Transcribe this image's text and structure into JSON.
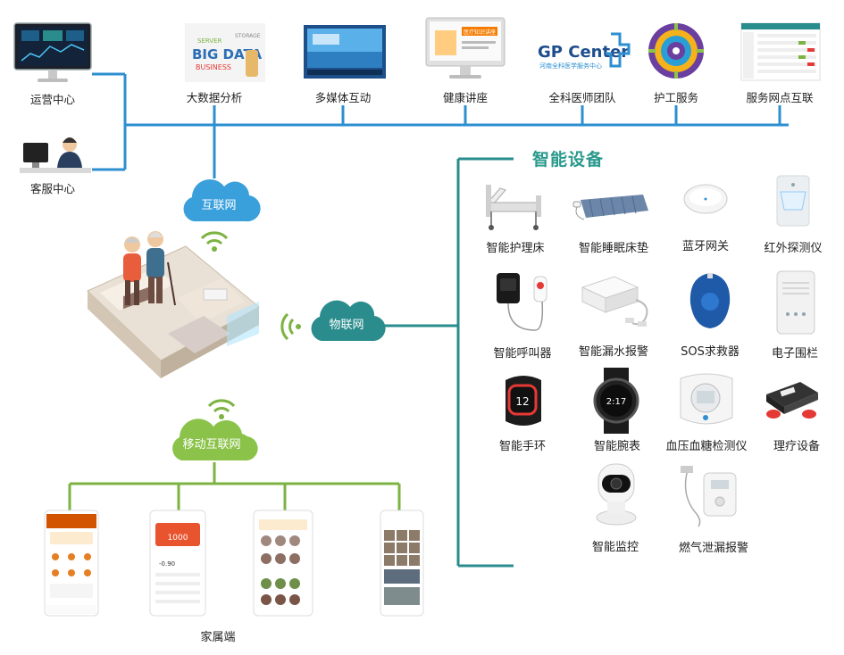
{
  "top_nodes": [
    {
      "label": "运营中心"
    },
    {
      "label": "客服中心"
    },
    {
      "label": "大数据分析",
      "icon_text": "BIG DATA"
    },
    {
      "label": "多媒体互动"
    },
    {
      "label": "健康讲座",
      "icon_text": "医疗知识讲座"
    },
    {
      "label": "全科医师团队",
      "logo_main": "GP Center",
      "logo_sub": "河南全科医学服务中心"
    },
    {
      "label": "护工服务"
    },
    {
      "label": "服务网点互联"
    }
  ],
  "clouds": {
    "internet": "互联网",
    "iot": "物联网",
    "mobile": "移动互联网"
  },
  "devices_title": "智能设备",
  "devices": [
    {
      "label": "智能护理床"
    },
    {
      "label": "智能睡眠床垫"
    },
    {
      "label": "蓝牙网关"
    },
    {
      "label": "红外探测仪"
    },
    {
      "label": "智能呼叫器"
    },
    {
      "label": "智能漏水报警"
    },
    {
      "label": "SOS求救器"
    },
    {
      "label": "电子围栏"
    },
    {
      "label": "智能手环",
      "screen_text": "12"
    },
    {
      "label": "智能腕表",
      "screen_text": "2:17"
    },
    {
      "label": "血压血糖检测仪"
    },
    {
      "label": "理疗设备"
    },
    {
      "label": "智能监控"
    },
    {
      "label": "燃气泄漏报警"
    }
  ],
  "family_label": "家属端",
  "phones": {
    "p2_amount": "1000",
    "p2_amount2": "-0.90"
  },
  "colors": {
    "blue_line": "#2d8fd0",
    "teal_line": "#2a8c8c",
    "green_line": "#7cb342",
    "internet_cloud": "#3aa0dc",
    "iot_cloud": "#2a8c8c",
    "mobile_cloud": "#8bc34a",
    "title_teal": "#2a9a8c"
  }
}
